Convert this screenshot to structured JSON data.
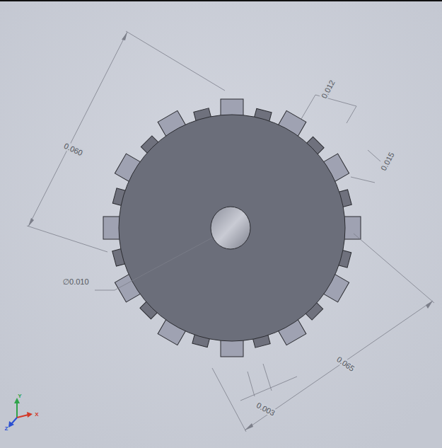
{
  "diagram": {
    "labels": [
      "0.060",
      "0.012",
      "0.015",
      "∅0.010",
      "0.065",
      "0.003",
      "Y",
      "X",
      "Z"
    ]
  }
}
